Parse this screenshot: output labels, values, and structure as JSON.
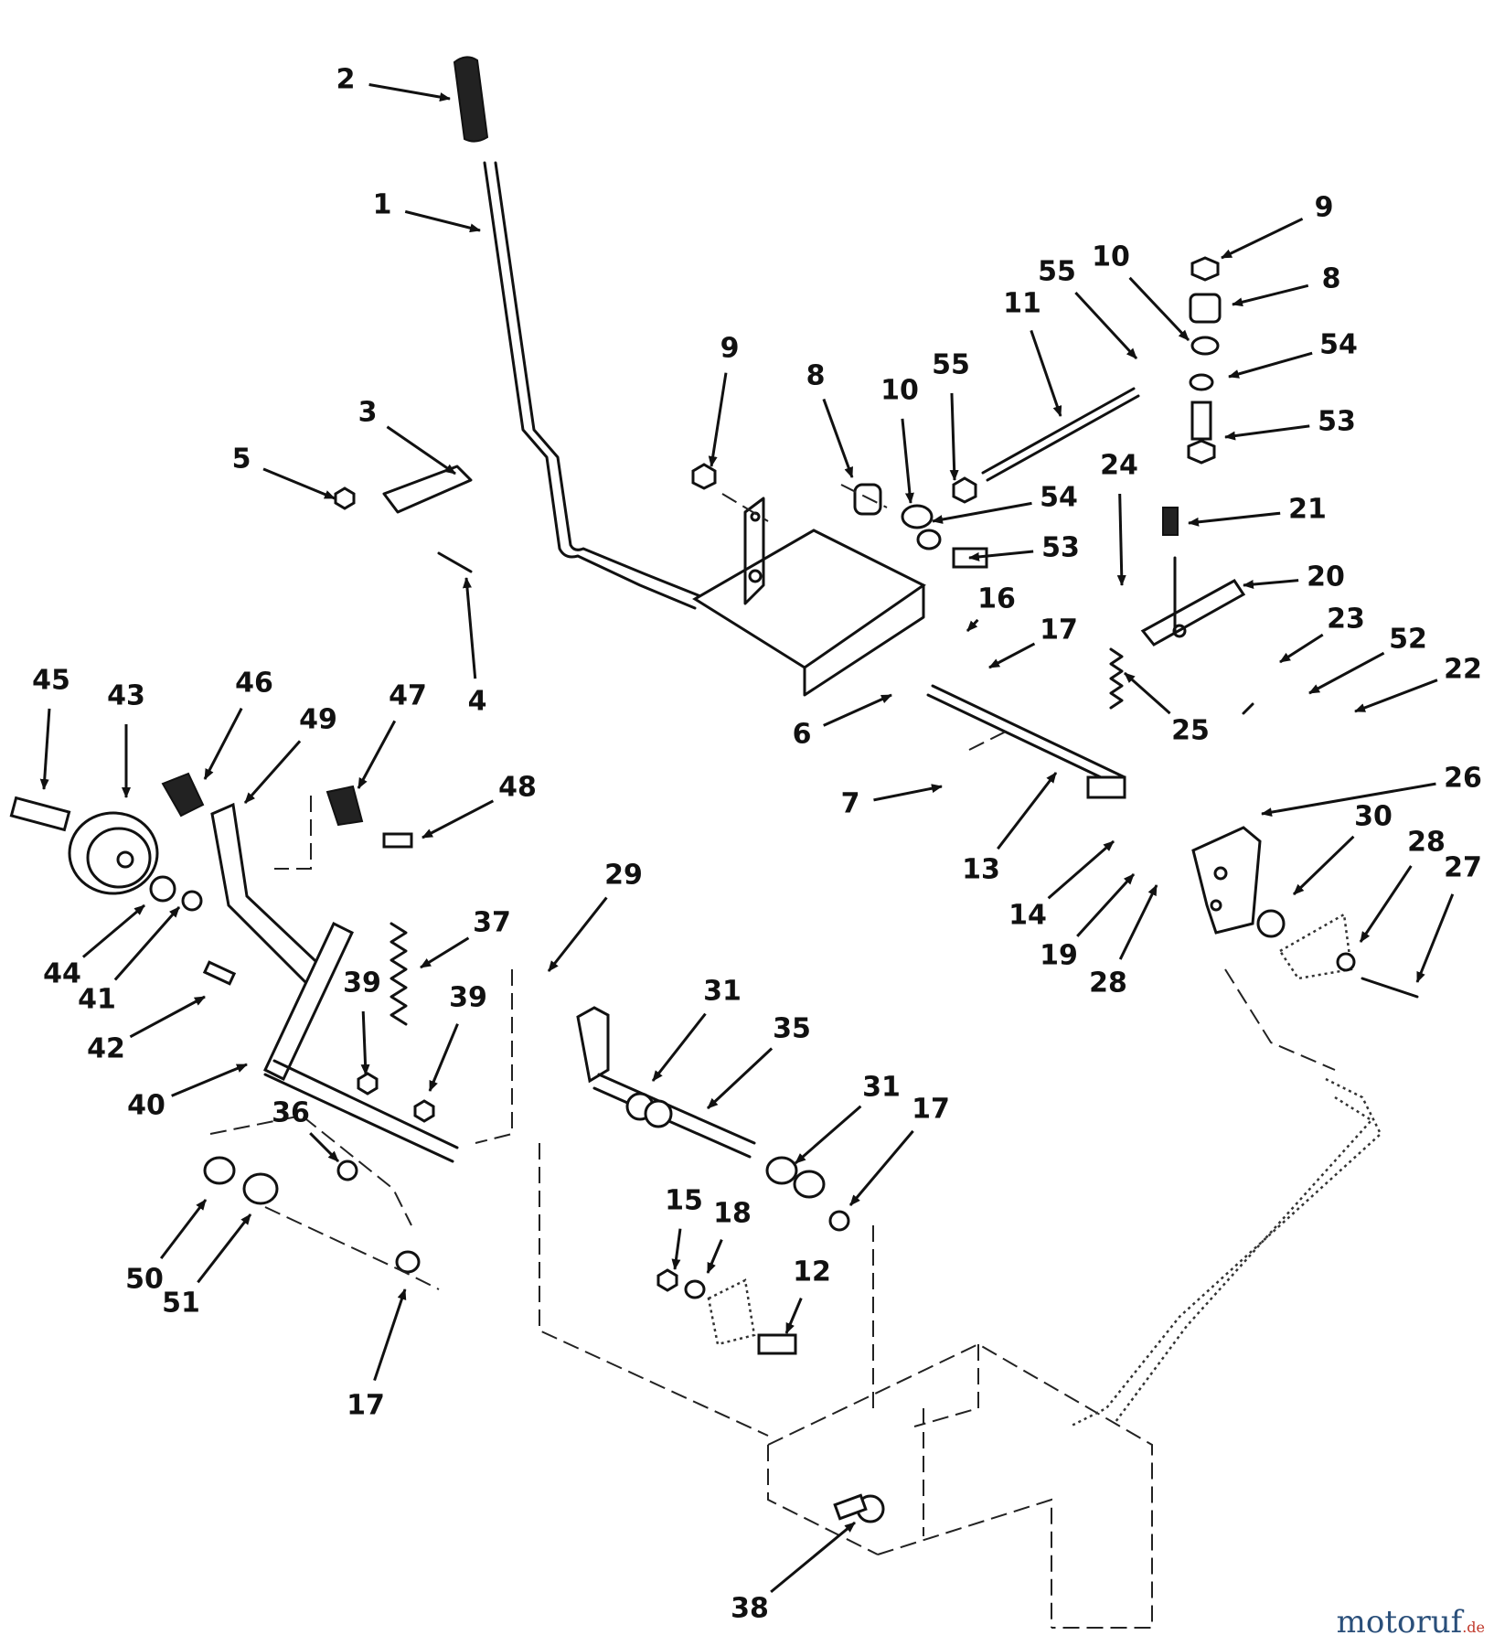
{
  "diagram": {
    "callouts": [
      {
        "id": "c2",
        "text": "2"
      },
      {
        "id": "c1",
        "text": "1"
      },
      {
        "id": "c9a",
        "text": "9"
      },
      {
        "id": "c8a",
        "text": "8"
      },
      {
        "id": "c10a",
        "text": "10"
      },
      {
        "id": "c55a",
        "text": "55"
      },
      {
        "id": "c11",
        "text": "11"
      },
      {
        "id": "c55b",
        "text": "55"
      },
      {
        "id": "c10b",
        "text": "10"
      },
      {
        "id": "c9b",
        "text": "9"
      },
      {
        "id": "c8b",
        "text": "8"
      },
      {
        "id": "c54a",
        "text": "54"
      },
      {
        "id": "c53a",
        "text": "53"
      },
      {
        "id": "c54b",
        "text": "54"
      },
      {
        "id": "c53b",
        "text": "53"
      },
      {
        "id": "c3",
        "text": "3"
      },
      {
        "id": "c5",
        "text": "5"
      },
      {
        "id": "c4",
        "text": "4"
      },
      {
        "id": "c24",
        "text": "24"
      },
      {
        "id": "c21",
        "text": "21"
      },
      {
        "id": "c20",
        "text": "20"
      },
      {
        "id": "c16",
        "text": "16"
      },
      {
        "id": "c17a",
        "text": "17"
      },
      {
        "id": "c6",
        "text": "6"
      },
      {
        "id": "c23",
        "text": "23"
      },
      {
        "id": "c52",
        "text": "52"
      },
      {
        "id": "c22",
        "text": "22"
      },
      {
        "id": "c25",
        "text": "25"
      },
      {
        "id": "c45",
        "text": "45"
      },
      {
        "id": "c43",
        "text": "43"
      },
      {
        "id": "c46",
        "text": "46"
      },
      {
        "id": "c49",
        "text": "49"
      },
      {
        "id": "c47",
        "text": "47"
      },
      {
        "id": "c48",
        "text": "48"
      },
      {
        "id": "c7",
        "text": "7"
      },
      {
        "id": "c13",
        "text": "13"
      },
      {
        "id": "c26",
        "text": "26"
      },
      {
        "id": "c30",
        "text": "30"
      },
      {
        "id": "c28a",
        "text": "28"
      },
      {
        "id": "c27",
        "text": "27"
      },
      {
        "id": "c14",
        "text": "14"
      },
      {
        "id": "c19",
        "text": "19"
      },
      {
        "id": "c28b",
        "text": "28"
      },
      {
        "id": "c44",
        "text": "44"
      },
      {
        "id": "c41",
        "text": "41"
      },
      {
        "id": "c37",
        "text": "37"
      },
      {
        "id": "c29",
        "text": "29"
      },
      {
        "id": "c39a",
        "text": "39"
      },
      {
        "id": "c39b",
        "text": "39"
      },
      {
        "id": "c31a",
        "text": "31"
      },
      {
        "id": "c35",
        "text": "35"
      },
      {
        "id": "c42",
        "text": "42"
      },
      {
        "id": "c40",
        "text": "40"
      },
      {
        "id": "c31b",
        "text": "31"
      },
      {
        "id": "c17b",
        "text": "17"
      },
      {
        "id": "c36",
        "text": "36"
      },
      {
        "id": "c15",
        "text": "15"
      },
      {
        "id": "c18",
        "text": "18"
      },
      {
        "id": "c12",
        "text": "12"
      },
      {
        "id": "c50",
        "text": "50"
      },
      {
        "id": "c51",
        "text": "51"
      },
      {
        "id": "c17c",
        "text": "17"
      },
      {
        "id": "c38",
        "text": "38"
      }
    ]
  },
  "watermark": {
    "brand": "motoruf",
    "suffix": ".de"
  }
}
